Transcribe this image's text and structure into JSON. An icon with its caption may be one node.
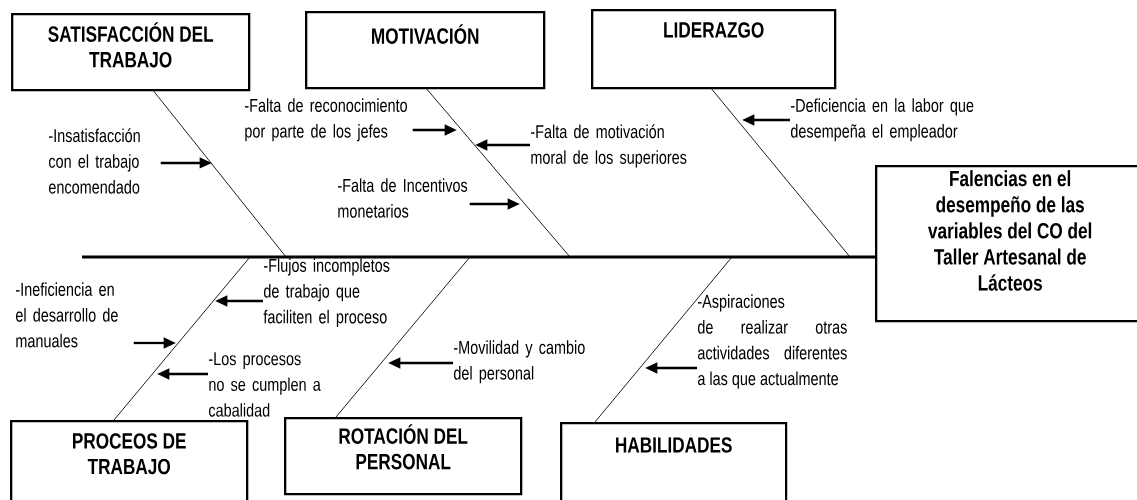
{
  "diagram": {
    "nodes": [
      {
        "text": [
          "SATISFACCIÓN DEL TRABAJO"
        ]
      },
      {
        "text": [
          "MOTIVACIÓN"
        ]
      },
      {
        "text": [
          "LIDERAZGO"
        ]
      },
      {
        "text": [
          "-Insatisfacción con el trabajo encomendado"
        ]
      },
      {
        "text": [
          "-Falta de reconocimiento por parte de los jefes"
        ]
      },
      {
        "text": [
          "-Falta de motivación moral de los superiores"
        ]
      },
      {
        "text": [
          "-Deficiencia en la labor que desempeña el empleador"
        ]
      },
      {
        "text": [
          "-Falta de Incentivos monetarios"
        ]
      },
      {
        "text": [
          "Falencias en el desempeño de las variables del CO del Taller Artesanal de Lácteos"
        ]
      },
      {
        "text": [
          "-Ineficiencia en el desarrollo de manuales"
        ]
      },
      {
        "text": [
          "-Flujos incompletos de trabajo que faciliten el proceso"
        ]
      },
      {
        "text": [
          "-Los procesos no se cumplen a cabalidad"
        ]
      },
      {
        "text": [
          "-Movilidad y cambio del personal"
        ]
      },
      {
        "text": [
          "-Aspiraciones de realizar otras actividades diferentes a las que actualmente"
        ]
      },
      {
        "text": [
          "PROCEOS DE TRABAJO"
        ]
      },
      {
        "text": [
          "ROTACIÓN DEL PERSONAL"
        ]
      },
      {
        "text": [
          "HABILIDADES"
        ]
      }
    ],
    "edges": [
      {
        "from": 0,
        "to": 8,
        "arrow": "none"
      },
      {
        "from": 1,
        "to": 8,
        "arrow": "none"
      },
      {
        "from": 2,
        "to": 8,
        "arrow": "none"
      },
      {
        "from": 14,
        "to": 8,
        "arrow": "none"
      },
      {
        "from": 15,
        "to": 8,
        "arrow": "none"
      },
      {
        "from": 16,
        "to": 8,
        "arrow": "none"
      },
      {
        "from": 3,
        "to": null,
        "arrow": "to"
      },
      {
        "from": 4,
        "to": null,
        "arrow": "to"
      },
      {
        "from": 5,
        "to": null,
        "arrow": "to"
      },
      {
        "from": 6,
        "to": null,
        "arrow": "to"
      },
      {
        "from": 7,
        "to": null,
        "arrow": "to"
      },
      {
        "from": 9,
        "to": null,
        "arrow": "to"
      },
      {
        "from": 10,
        "to": null,
        "arrow": "to"
      },
      {
        "from": 11,
        "to": null,
        "arrow": "to"
      },
      {
        "from": 12,
        "to": null,
        "arrow": "to"
      },
      {
        "from": 13,
        "to": null,
        "arrow": "to"
      }
    ]
  }
}
